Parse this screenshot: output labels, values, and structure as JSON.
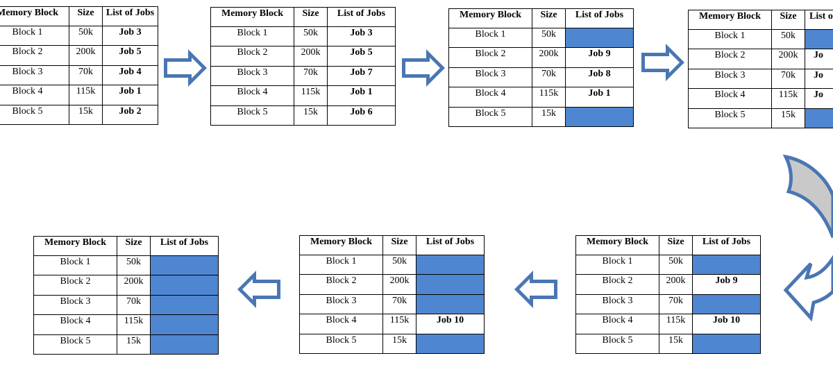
{
  "headers": {
    "block": "Memory Block",
    "size": "Size",
    "jobs": "List of Jobs"
  },
  "tables": [
    {
      "rows": [
        {
          "block": "Block 1",
          "size": "50k",
          "job": "Job 3"
        },
        {
          "block": "Block 2",
          "size": "200k",
          "job": "Job 5"
        },
        {
          "block": "Block 3",
          "size": "70k",
          "job": "Job 4"
        },
        {
          "block": "Block 4",
          "size": "115k",
          "job": "Job 1"
        },
        {
          "block": "Block 5",
          "size": "15k",
          "job": "Job 2"
        }
      ]
    },
    {
      "rows": [
        {
          "block": "Block 1",
          "size": "50k",
          "job": "Job 3"
        },
        {
          "block": "Block 2",
          "size": "200k",
          "job": "Job 5"
        },
        {
          "block": "Block 3",
          "size": "70k",
          "job": "Job 7"
        },
        {
          "block": "Block 4",
          "size": "115k",
          "job": "Job 1"
        },
        {
          "block": "Block 5",
          "size": "15k",
          "job": "Job 6"
        }
      ]
    },
    {
      "rows": [
        {
          "block": "Block 1",
          "size": "50k",
          "job": ""
        },
        {
          "block": "Block 2",
          "size": "200k",
          "job": "Job 9"
        },
        {
          "block": "Block 3",
          "size": "70k",
          "job": "Job 8"
        },
        {
          "block": "Block 4",
          "size": "115k",
          "job": "Job 1"
        },
        {
          "block": "Block 5",
          "size": "15k",
          "job": ""
        }
      ]
    },
    {
      "rows": [
        {
          "block": "Block 1",
          "size": "50k",
          "job": ""
        },
        {
          "block": "Block 2",
          "size": "200k",
          "job": "Jo"
        },
        {
          "block": "Block 3",
          "size": "70k",
          "job": "Jo"
        },
        {
          "block": "Block 4",
          "size": "115k",
          "job": "Jo"
        },
        {
          "block": "Block 5",
          "size": "15k",
          "job": ""
        }
      ]
    },
    {
      "rows": [
        {
          "block": "Block 1",
          "size": "50k",
          "job": ""
        },
        {
          "block": "Block 2",
          "size": "200k",
          "job": "Job 9"
        },
        {
          "block": "Block 3",
          "size": "70k",
          "job": ""
        },
        {
          "block": "Block 4",
          "size": "115k",
          "job": "Job 10"
        },
        {
          "block": "Block 5",
          "size": "15k",
          "job": ""
        }
      ]
    },
    {
      "rows": [
        {
          "block": "Block 1",
          "size": "50k",
          "job": ""
        },
        {
          "block": "Block 2",
          "size": "200k",
          "job": ""
        },
        {
          "block": "Block 3",
          "size": "70k",
          "job": ""
        },
        {
          "block": "Block 4",
          "size": "115k",
          "job": "Job 10"
        },
        {
          "block": "Block 5",
          "size": "15k",
          "job": ""
        }
      ]
    },
    {
      "rows": [
        {
          "block": "Block 1",
          "size": "50k",
          "job": ""
        },
        {
          "block": "Block 2",
          "size": "200k",
          "job": ""
        },
        {
          "block": "Block 3",
          "size": "70k",
          "job": ""
        },
        {
          "block": "Block 4",
          "size": "115k",
          "job": ""
        },
        {
          "block": "Block 5",
          "size": "15k",
          "job": ""
        }
      ]
    }
  ],
  "colors": {
    "empty_cell": "#4f86d1",
    "arrow_stroke": "#4a76b3",
    "curve_fill": "#c9c9c9"
  }
}
